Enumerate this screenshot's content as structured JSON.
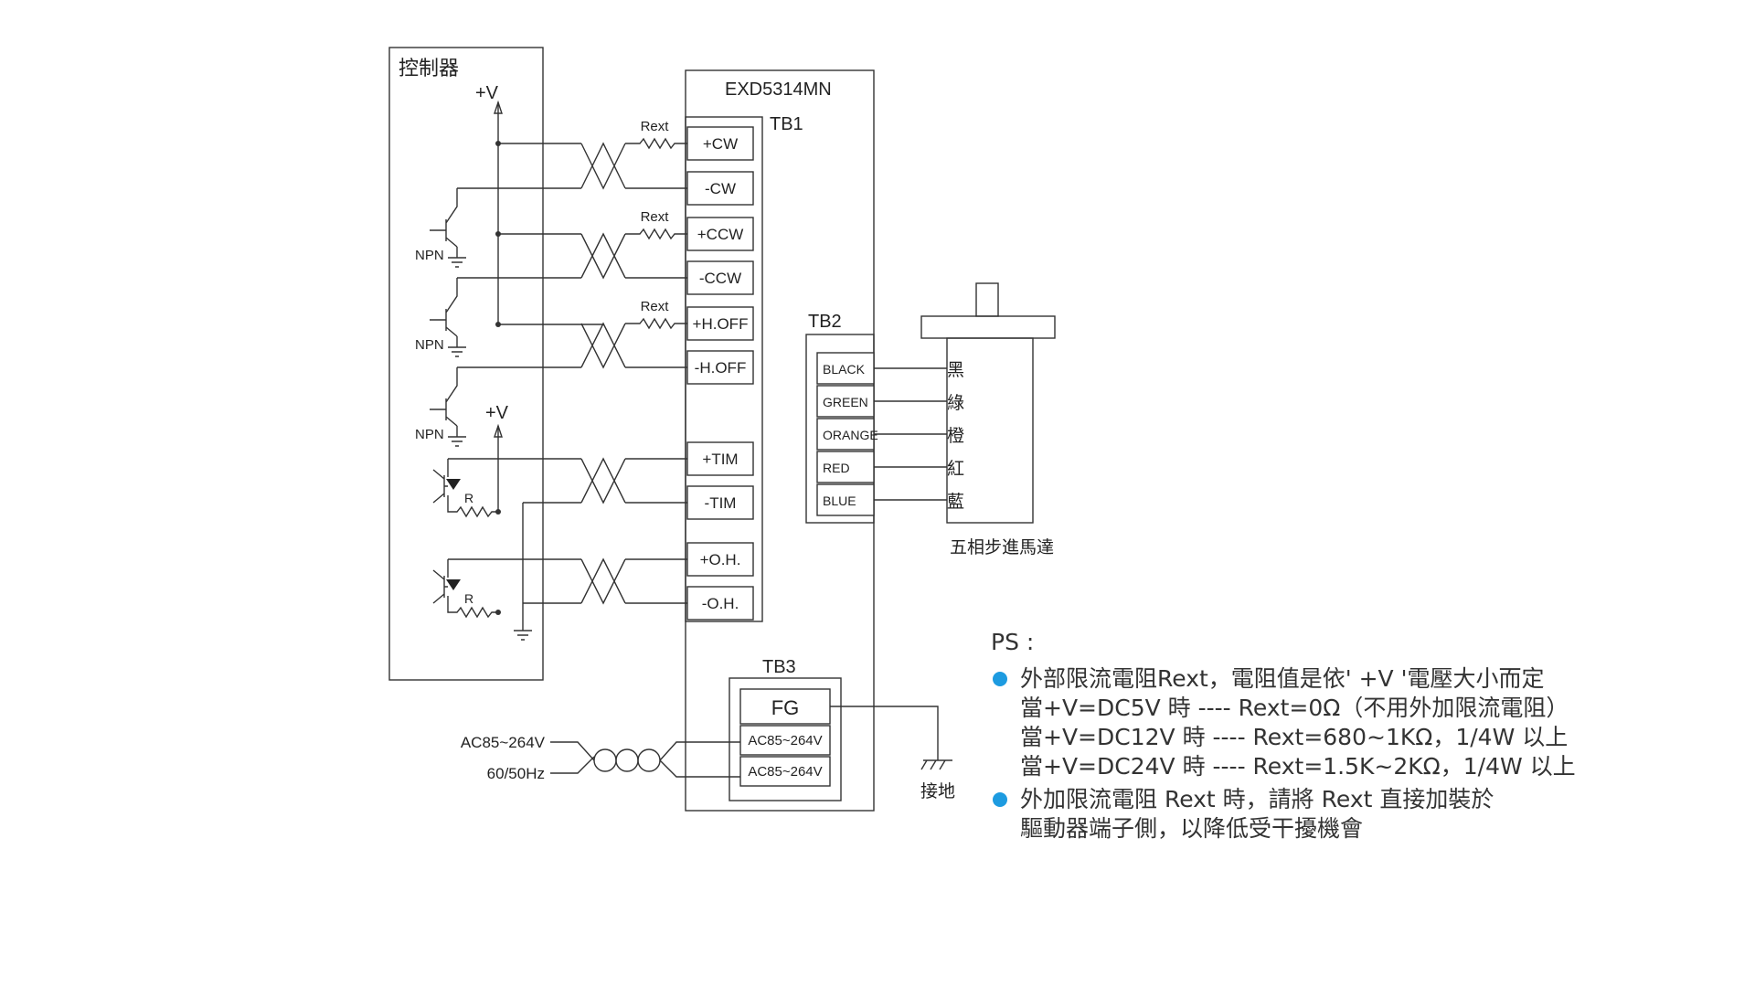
{
  "controller": {
    "title": "控制器",
    "vplus_top": "+V",
    "vplus_mid": "+V",
    "npn": [
      "NPN",
      "NPN",
      "NPN"
    ],
    "resistor": [
      "R",
      "R"
    ]
  },
  "driver": {
    "model": "EXD5314MN",
    "tb1": {
      "label": "TB1",
      "terminals": [
        "+CW",
        "-CW",
        "+CCW",
        "-CCW",
        "+H.OFF",
        "-H.OFF",
        "+TIM",
        "-TIM",
        "+O.H.",
        "-O.H."
      ],
      "rext_labels": [
        "Rext",
        "Rext",
        "Rext"
      ]
    },
    "tb2": {
      "label": "TB2",
      "terminals": [
        "BLACK",
        "GREEN",
        "ORANGE",
        "RED",
        "BLUE"
      ]
    },
    "tb3": {
      "label": "TB3",
      "fg": "FG",
      "ac": [
        "AC85~264V",
        "AC85~264V"
      ]
    }
  },
  "motor": {
    "label": "五相步進馬達",
    "wire_colors": [
      "黑",
      "綠",
      "橙",
      "紅",
      "藍"
    ]
  },
  "power": {
    "line1": "AC85~264V",
    "line2": "60/50Hz",
    "ground": "接地"
  },
  "ps": {
    "title": "PS :",
    "items": [
      {
        "lines": [
          "外部限流電阻Rext，電阻值是依' +V '電壓大小而定",
          "當+V=DC5V 時 ---- Rext=0Ω（不用外加限流電阻）",
          "當+V=DC12V 時 ---- Rext=680~1KΩ，1/4W 以上",
          "當+V=DC24V 時 ---- Rext=1.5K~2KΩ，1/4W 以上"
        ]
      },
      {
        "lines": [
          "外加限流電阻 Rext 時，請將 Rext 直接加裝於",
          "驅動器端子側，以降低受干擾機會"
        ]
      }
    ]
  }
}
